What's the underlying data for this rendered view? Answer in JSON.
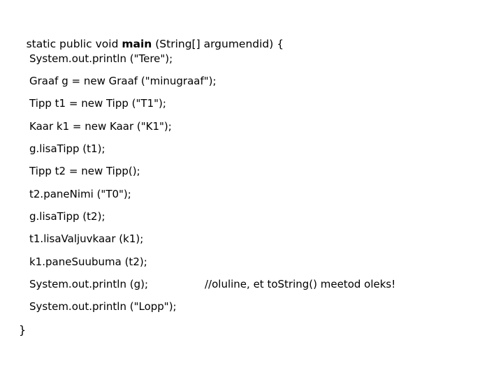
{
  "slide": {
    "background_color": "#ffffff",
    "text_color": "#000000",
    "language": "java",
    "signature": {
      "before_bold": "static public void ",
      "bold": "main",
      "after_bold": " (String[] argumendid) {"
    },
    "body_lines": [
      "System.out.println (\"Tere\");",
      "Graaf g = new Graaf (\"minugraaf\");",
      "Tipp t1 = new Tipp (\"T1\");",
      "Kaar k1 = new Kaar (\"K1\");",
      "g.lisaTipp (t1);",
      "Tipp t2 = new Tipp();",
      "t2.paneNimi (\"T0\");",
      "g.lisaTipp (t2);",
      "t1.lisaValjuvkaar (k1);",
      "k1.paneSuubuma (t2);",
      "System.out.println (g);",
      "System.out.println (\"Lopp\");"
    ],
    "inline_comment": {
      "line_index": 10,
      "text": "//oluline, et toString() meetod oleks!"
    },
    "closing_brace": "}"
  }
}
